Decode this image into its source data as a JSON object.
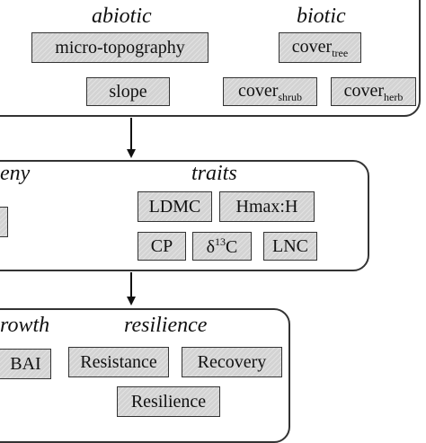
{
  "top_panel": {
    "abiotic_heading": "abiotic",
    "biotic_heading": "biotic",
    "boxes": {
      "micro_topography": "micro-topography",
      "slope": "slope",
      "cover_tree_base": "cover",
      "cover_tree_sub": "tree",
      "cover_shrub_base": "cover",
      "cover_shrub_sub": "shrub",
      "cover_herb_base": "cover",
      "cover_herb_sub": "herb"
    }
  },
  "middle_panel": {
    "phylogeny_heading_partial": "eny",
    "traits_heading": "traits",
    "boxes": {
      "ldmc": "LDMC",
      "hmax_h": "Hmax:H",
      "cp": "CP",
      "d13c_sup": "13",
      "d13c_base": "C",
      "d13c_delta": "δ",
      "lnc": "LNC"
    }
  },
  "bottom_panel": {
    "growth_heading_partial": "rowth",
    "resilience_heading": "resilience",
    "boxes": {
      "bai": "BAI",
      "resistance": "Resistance",
      "recovery": "Recovery",
      "resilience": "Resilience"
    }
  }
}
